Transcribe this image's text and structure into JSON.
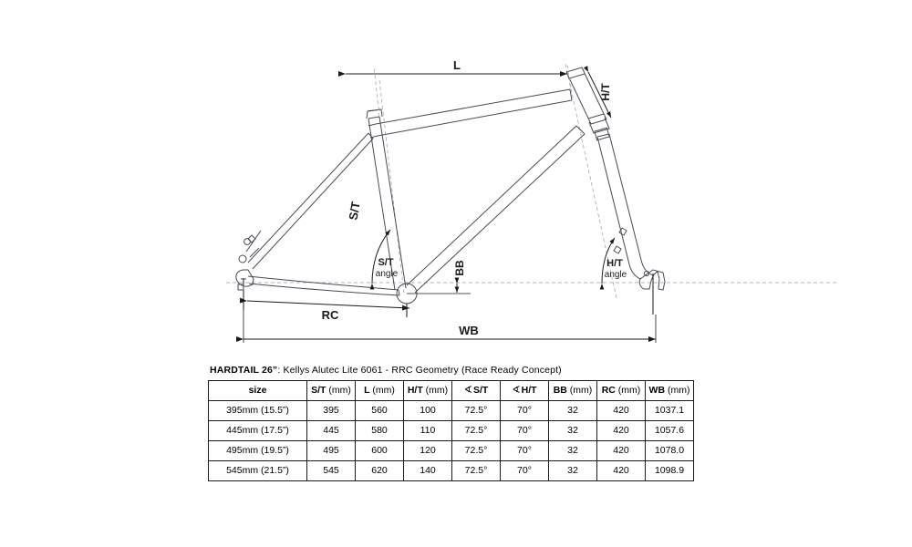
{
  "diagram": {
    "labels": {
      "top_tube_length": "L",
      "head_tube": "H/T",
      "seat_tube": "S/T",
      "seat_tube_angle_line1": "S/T",
      "seat_tube_angle_line2": "angle",
      "head_tube_angle_line1": "H/T",
      "head_tube_angle_line2": "angle",
      "bb_drop": "BB",
      "rear_center": "RC",
      "wheelbase": "WB"
    },
    "colors": {
      "line": "#1a1a1a",
      "frame_outline": "#4a4a55",
      "centerline": "#9a9aa5",
      "background": "#ffffff"
    }
  },
  "table": {
    "caption_bold": "HARDTAIL 26”",
    "caption_rest": ": Kellys Alutec Lite 6061 - RRC Geometry (Race Ready Concept)",
    "headers": [
      {
        "name": "size",
        "unit": "",
        "angle": false
      },
      {
        "name": "S/T",
        "unit": " (mm)",
        "angle": false
      },
      {
        "name": "L",
        "unit": " (mm)",
        "angle": false
      },
      {
        "name": "H/T",
        "unit": " (mm)",
        "angle": false
      },
      {
        "name": "S/T",
        "unit": "",
        "angle": true
      },
      {
        "name": "H/T",
        "unit": "",
        "angle": true
      },
      {
        "name": "BB",
        "unit": " (mm)",
        "angle": false
      },
      {
        "name": "RC",
        "unit": " (mm)",
        "angle": false
      },
      {
        "name": "WB",
        "unit": " (mm)",
        "angle": false
      }
    ],
    "rows": [
      [
        "395mm (15.5”)",
        "395",
        "560",
        "100",
        "72.5°",
        "70°",
        "32",
        "420",
        "1037.1"
      ],
      [
        "445mm (17.5”)",
        "445",
        "580",
        "110",
        "72.5°",
        "70°",
        "32",
        "420",
        "1057.6"
      ],
      [
        "495mm (19.5”)",
        "495",
        "600",
        "120",
        "72.5°",
        "70°",
        "32",
        "420",
        "1078.0"
      ],
      [
        "545mm (21.5”)",
        "545",
        "620",
        "140",
        "72.5°",
        "70°",
        "32",
        "420",
        "1098.9"
      ]
    ]
  }
}
